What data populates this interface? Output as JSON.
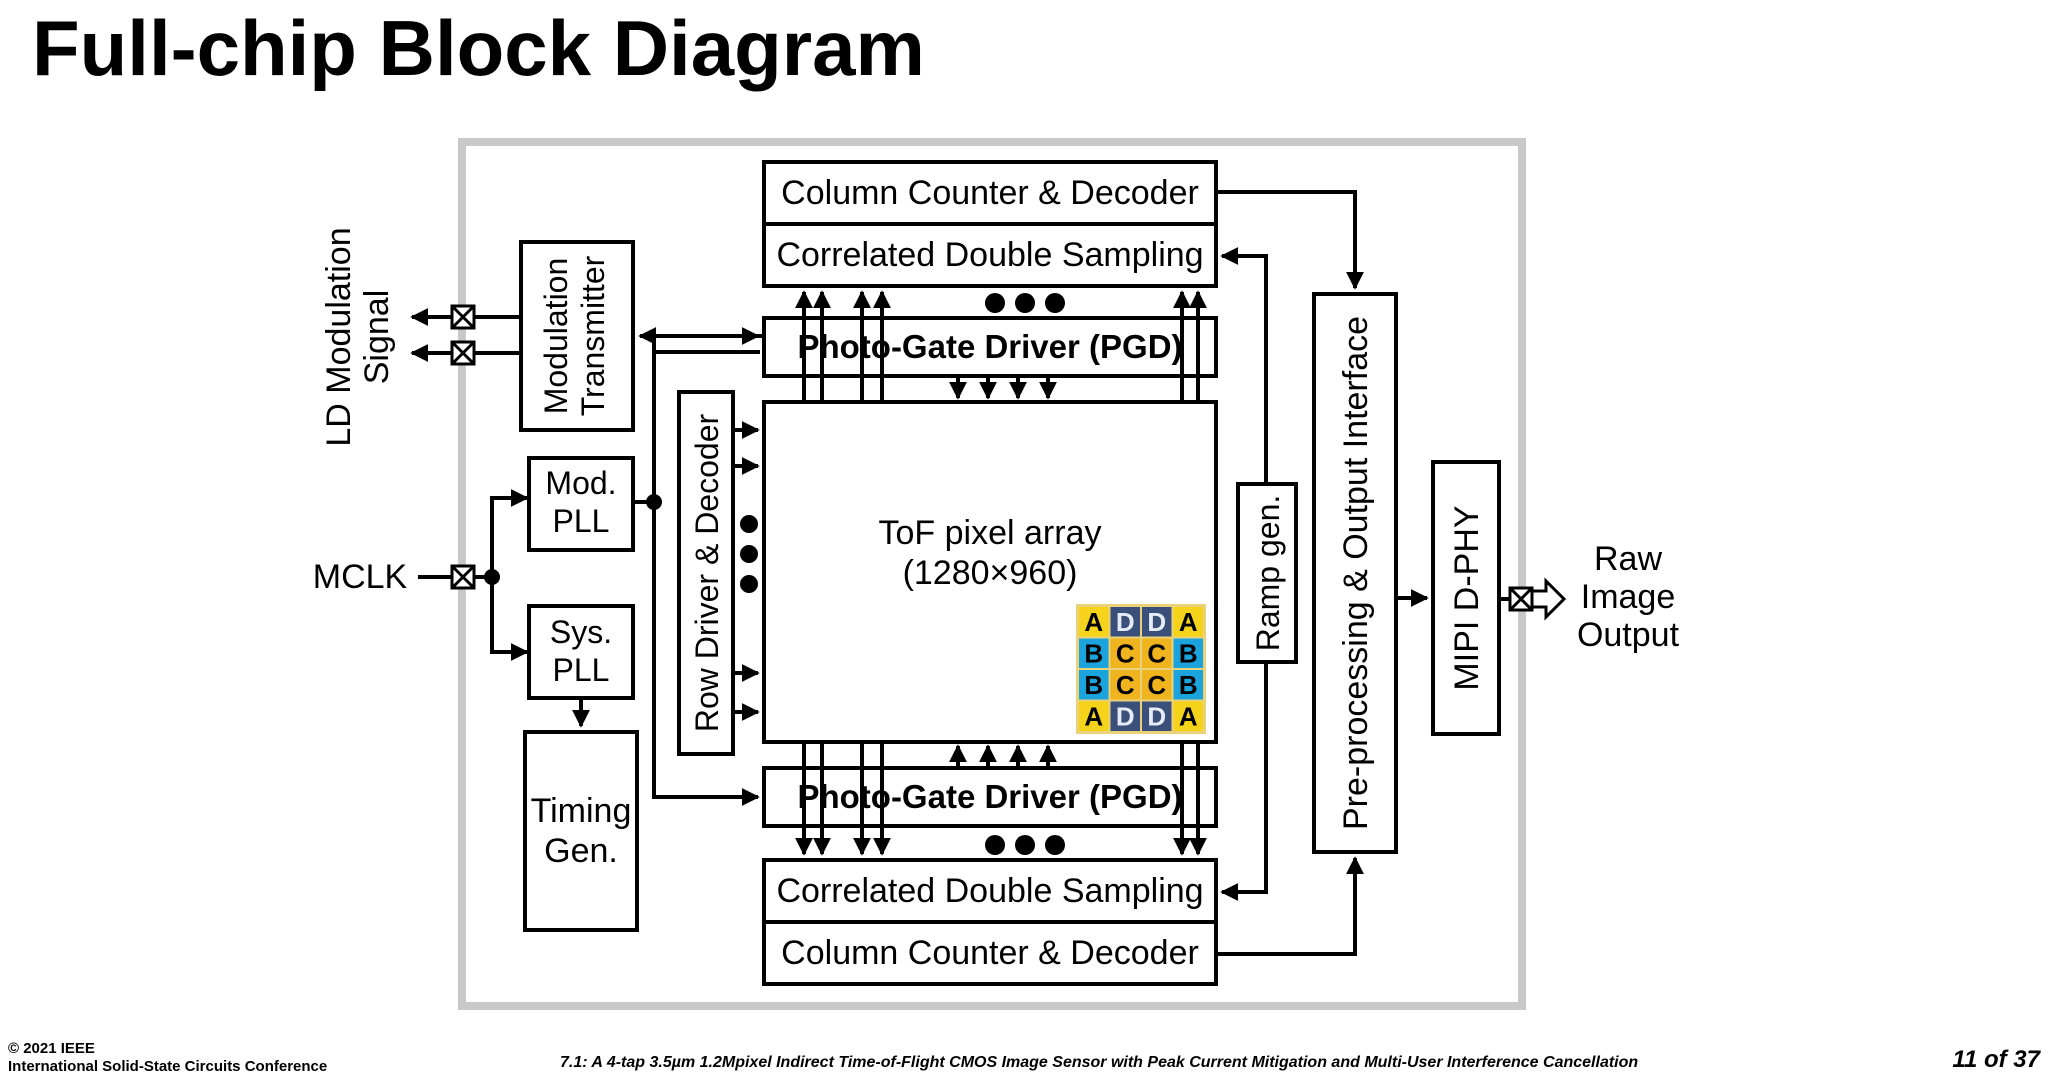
{
  "title": "Full-chip Block Diagram",
  "blocks": {
    "col_counter_top": "Column Counter & Decoder",
    "cds_top": "Correlated Double Sampling",
    "pgd_top": "Photo-Gate Driver (PGD)",
    "pgd_bottom": "Photo-Gate Driver (PGD)",
    "cds_bottom": "Correlated Double Sampling",
    "col_counter_bottom": "Column Counter & Decoder",
    "modulation_transmitter": [
      "Modulation",
      "Transmitter"
    ],
    "mod_pll": [
      "Mod.",
      "PLL"
    ],
    "sys_pll": [
      "Sys.",
      "PLL"
    ],
    "timing_gen": [
      "Timing",
      "Gen."
    ],
    "row_driver": "Row Driver & Decoder",
    "pixel_array": [
      "ToF pixel array",
      "(1280×960)"
    ],
    "ramp_gen": "Ramp gen.",
    "preprocessing": "Pre-processing & Output Interface",
    "mipi": "MIPI D-PHY"
  },
  "external": {
    "ld_modulation": [
      "LD Modulation",
      "Signal"
    ],
    "mclk": "MCLK",
    "raw_output": [
      "Raw",
      "Image",
      "Output"
    ]
  },
  "pixel_pattern": [
    [
      "A",
      "D",
      "D",
      "A"
    ],
    [
      "B",
      "C",
      "C",
      "B"
    ],
    [
      "B",
      "C",
      "C",
      "B"
    ],
    [
      "A",
      "D",
      "D",
      "A"
    ]
  ],
  "pixel_colors": {
    "A": "#f5d31a",
    "B": "#1aa3dc",
    "C": "#f0b41e",
    "D": "#3a4f7a"
  },
  "footer": {
    "copyright": "© 2021 IEEE",
    "conference": "International Solid-State Circuits Conference",
    "paper": "7.1: A 4-tap 3.5µm 1.2Mpixel Indirect Time-of-Flight CMOS Image Sensor with Peak Current Mitigation and Multi-User Interference Cancellation",
    "page": "11 of 37"
  }
}
